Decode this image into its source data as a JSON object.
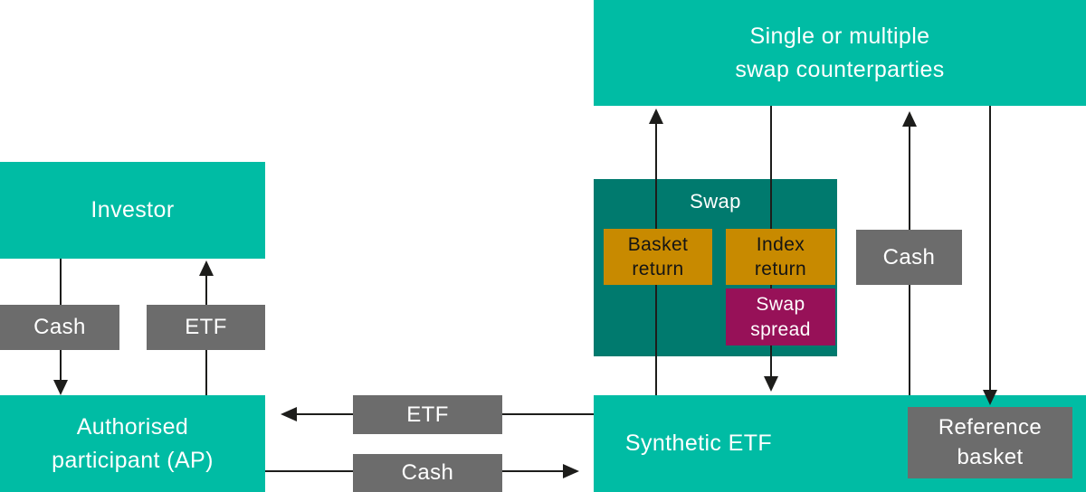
{
  "diagram": {
    "type": "flow-diagram",
    "subject": "Synthetic ETF structure",
    "colors": {
      "entity_teal": "#00BCA4",
      "swap_dark_teal": "#007A6E",
      "return_orange": "#C88A00",
      "spread_magenta": "#971158",
      "flow_gray": "#6C6C6C",
      "line_black": "#1d1d1b",
      "text_light": "#ffffff",
      "text_dark": "#141414"
    },
    "nodes": {
      "counterparties": {
        "label": "Single or multiple\nswap counterparties",
        "color": "#00BCA4"
      },
      "investor": {
        "label": "Investor",
        "color": "#00BCA4"
      },
      "ap": {
        "label": "Authorised\nparticipant (AP)",
        "color": "#00BCA4"
      },
      "synthetic_etf": {
        "label": "Synthetic ETF",
        "color": "#00BCA4"
      },
      "swap": {
        "label": "Swap",
        "color": "#007A6E"
      },
      "basket_return": {
        "label": "Basket\nreturn",
        "color": "#C88A00"
      },
      "index_return": {
        "label": "Index\nreturn",
        "color": "#C88A00"
      },
      "swap_spread": {
        "label": "Swap\nspread",
        "color": "#971158"
      },
      "reference_basket": {
        "label": "Reference\nbasket",
        "color": "#6C6C6C"
      }
    },
    "flow_labels": {
      "cash_investor_to_ap": {
        "label": "Cash",
        "color": "#6C6C6C"
      },
      "etf_ap_to_investor": {
        "label": "ETF",
        "color": "#6C6C6C"
      },
      "etf_synthetic_to_ap": {
        "label": "ETF",
        "color": "#6C6C6C"
      },
      "cash_ap_to_synthetic": {
        "label": "Cash",
        "color": "#6C6C6C"
      },
      "cash_synthetic_to_counterparties": {
        "label": "Cash",
        "color": "#6C6C6C"
      }
    },
    "arrows": [
      {
        "from": "investor",
        "to": "ap",
        "via": "cash_investor_to_ap",
        "direction": "down"
      },
      {
        "from": "ap",
        "to": "investor",
        "via": "etf_ap_to_investor",
        "direction": "up"
      },
      {
        "from": "synthetic_etf",
        "to": "ap",
        "via": "etf_synthetic_to_ap",
        "direction": "left"
      },
      {
        "from": "ap",
        "to": "synthetic_etf",
        "via": "cash_ap_to_synthetic",
        "direction": "right"
      },
      {
        "from": "synthetic_etf",
        "to": "counterparties",
        "via": "basket_return",
        "direction": "up"
      },
      {
        "from": "counterparties",
        "to": "synthetic_etf",
        "via": "index_return,swap_spread",
        "direction": "down"
      },
      {
        "from": "synthetic_etf",
        "to": "counterparties",
        "via": "cash_synthetic_to_counterparties",
        "direction": "up"
      },
      {
        "from": "counterparties",
        "to": "reference_basket",
        "direction": "down"
      }
    ]
  }
}
